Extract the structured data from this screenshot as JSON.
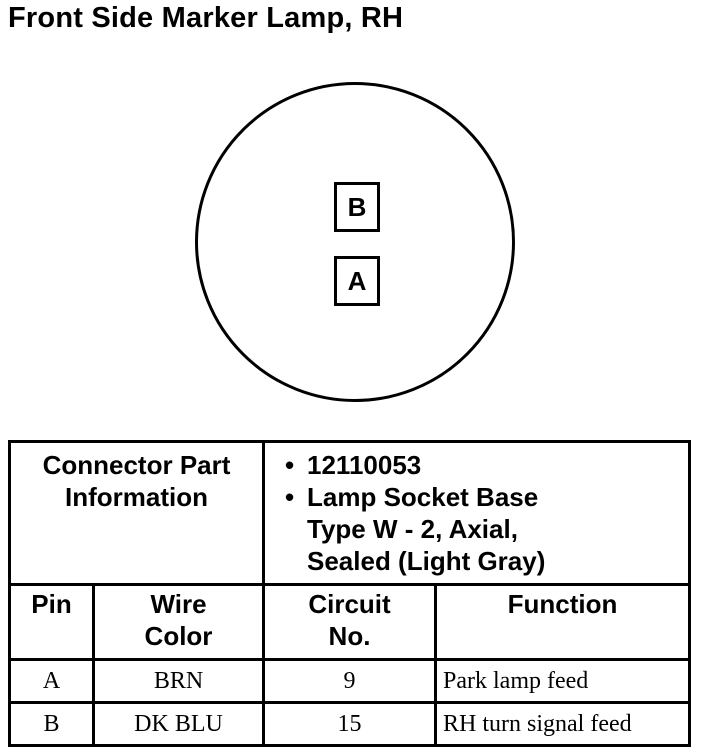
{
  "title": "Front Side Marker Lamp, RH",
  "connector_face": {
    "pins": [
      "B",
      "A"
    ]
  },
  "connector_part": {
    "label_line1": "Connector Part",
    "label_line2": "Information",
    "bullet_symbol": "•",
    "part_number": "12110053",
    "description_lines": [
      "Lamp Socket Base",
      "Type W - 2, Axial,",
      "Sealed (Light Gray)"
    ]
  },
  "columns": {
    "pin": "Pin",
    "wire_color_line1": "Wire",
    "wire_color_line2": "Color",
    "circuit_line1": "Circuit",
    "circuit_line2": "No.",
    "function": "Function"
  },
  "rows": [
    {
      "pin": "A",
      "wire_color": "BRN",
      "circuit": "9",
      "function": "Park lamp feed"
    },
    {
      "pin": "B",
      "wire_color": "DK BLU",
      "circuit": "15",
      "function": "RH turn signal feed"
    }
  ]
}
